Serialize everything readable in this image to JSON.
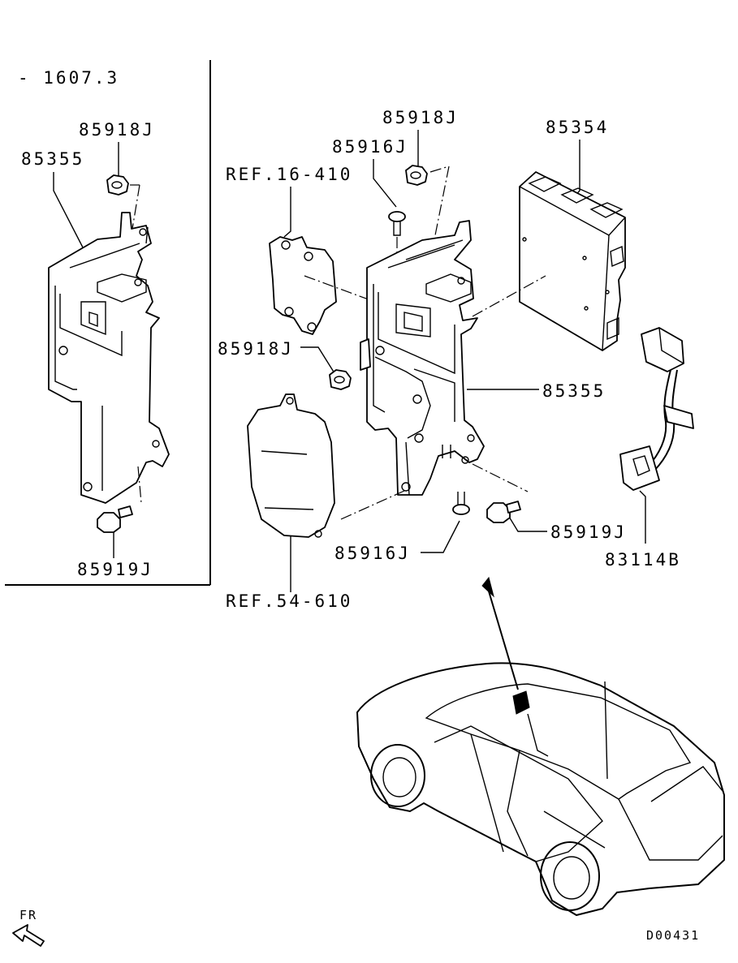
{
  "inset": {
    "date_code": "- 1607.3",
    "labels": {
      "nut": "85918J",
      "bracket": "85355",
      "bolt": "85919J"
    }
  },
  "main": {
    "labels": {
      "nut_top": "85918J",
      "screw_top": "85916J",
      "ref_top": "REF.16-410",
      "module": "85354",
      "nut_left": "85918J",
      "bracket": "85355",
      "harness": "83114B",
      "bolt": "85919J",
      "screw_bottom": "85916J",
      "ref_bottom": "REF.54-610"
    }
  },
  "direction_label": "FR",
  "drawing_code": "D00431"
}
